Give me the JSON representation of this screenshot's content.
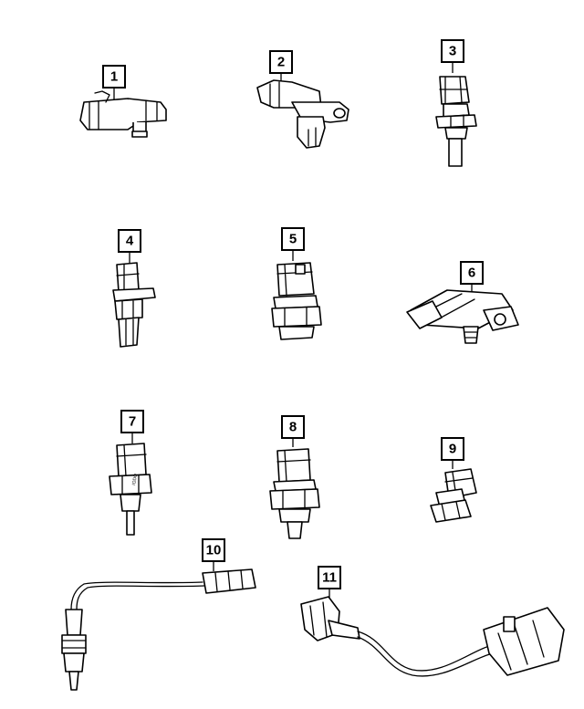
{
  "callouts": [
    "1",
    "2",
    "3",
    "4",
    "5",
    "6",
    "7",
    "8",
    "9",
    "10",
    "11"
  ],
  "sensor7": {
    "hex_marking": "IODO"
  },
  "colors": {
    "line": "#000000",
    "background": "#ffffff"
  }
}
